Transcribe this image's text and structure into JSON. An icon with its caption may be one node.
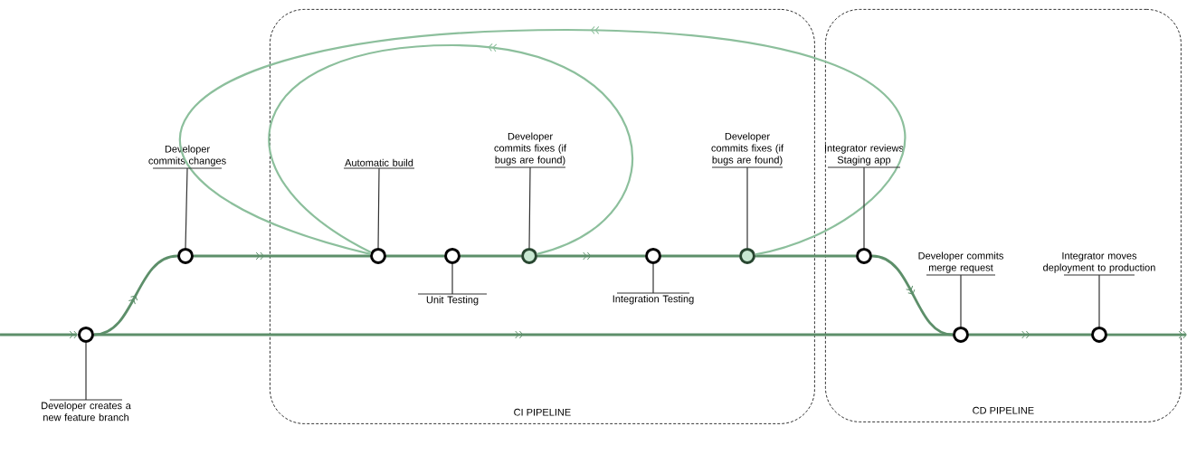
{
  "diagram": {
    "nodes": [
      {
        "text": [
          "CI PIPELINE"
        ]
      },
      {
        "text": [
          "CD PIPELINE"
        ]
      },
      {
        "text": [
          "Developer creates a new feature branch"
        ]
      },
      {
        "text": [],
        "shape": "circle"
      },
      {
        "text": [
          "Developer commits changes"
        ]
      },
      {
        "text": [],
        "shape": "circle"
      },
      {
        "text": [
          "Automatic build"
        ],
        "in": 0
      },
      {
        "text": [],
        "shape": "circle",
        "in": 0
      },
      {
        "text": [
          "Unit Testing"
        ],
        "in": 0
      },
      {
        "text": [],
        "shape": "circle",
        "in": 0
      },
      {
        "text": [
          "Developer commits fixes (if bugs are found)"
        ],
        "in": 0
      },
      {
        "text": [],
        "shape": "circle",
        "in": 0
      },
      {
        "text": [
          "Integration Testing"
        ],
        "in": 0
      },
      {
        "text": [],
        "shape": "circle",
        "in": 0
      },
      {
        "text": [
          "Developer commits fixes (if bugs are found)"
        ],
        "in": 0
      },
      {
        "text": [],
        "shape": "circle",
        "in": 0
      },
      {
        "text": [
          "Integrator reviews Staging app"
        ],
        "in": 1
      },
      {
        "text": [],
        "shape": "circle",
        "in": 1
      },
      {
        "text": [
          "Developer commits merge request"
        ],
        "in": 1
      },
      {
        "text": [],
        "shape": "circle",
        "in": 1
      },
      {
        "text": [
          "Integrator moves deployment to production"
        ],
        "in": 1
      },
      {
        "text": [],
        "shape": "circle",
        "in": 1
      }
    ],
    "edges": [
      {
        "from": null,
        "to": 3,
        "arrow": "to"
      },
      {
        "from": 3,
        "to": 5,
        "arrow": "to"
      },
      {
        "from": 5,
        "to": 7,
        "arrow": "to"
      },
      {
        "from": 7,
        "to": 9,
        "arrow": "none"
      },
      {
        "from": 9,
        "to": 11,
        "arrow": "none"
      },
      {
        "from": 11,
        "to": 13,
        "arrow": "to"
      },
      {
        "from": 13,
        "to": 15,
        "arrow": "none"
      },
      {
        "from": 15,
        "to": 17,
        "arrow": "none"
      },
      {
        "from": 17,
        "to": 19,
        "arrow": "to"
      },
      {
        "from": 3,
        "to": 19,
        "arrow": "to"
      },
      {
        "from": 19,
        "to": 21,
        "arrow": "to"
      },
      {
        "from": 21,
        "to": null,
        "arrow": "to"
      },
      {
        "from": 11,
        "to": 7,
        "arrow": "to",
        "color": "#8cbf9c"
      },
      {
        "from": 15,
        "to": 7,
        "arrow": "to",
        "color": "#8cbf9c"
      },
      {
        "from": 2,
        "to": 3,
        "arrow": "none",
        "color": "#333333"
      },
      {
        "from": 4,
        "to": 5,
        "arrow": "none",
        "color": "#333333"
      },
      {
        "from": 6,
        "to": 7,
        "arrow": "none",
        "color": "#333333"
      },
      {
        "from": 8,
        "to": 9,
        "arrow": "none",
        "color": "#333333"
      },
      {
        "from": 10,
        "to": 11,
        "arrow": "none",
        "color": "#333333"
      },
      {
        "from": 12,
        "to": 13,
        "arrow": "none",
        "color": "#333333"
      },
      {
        "from": 14,
        "to": 15,
        "arrow": "none",
        "color": "#333333"
      },
      {
        "from": 16,
        "to": 17,
        "arrow": "none",
        "color": "#333333"
      },
      {
        "from": 18,
        "to": 19,
        "arrow": "none",
        "color": "#333333"
      },
      {
        "from": 20,
        "to": 21,
        "arrow": "none",
        "color": "#333333"
      }
    ]
  }
}
